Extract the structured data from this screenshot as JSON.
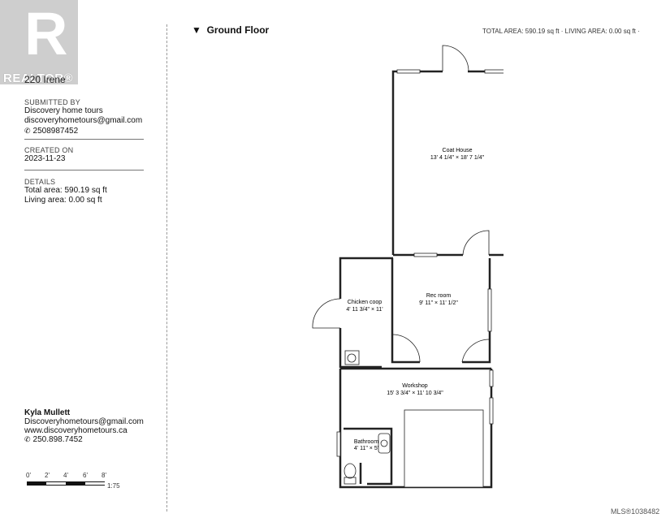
{
  "logo": {
    "letter": "R",
    "brand": "REALTOR®"
  },
  "listing": {
    "address": "220 Irene"
  },
  "submitted": {
    "label": "SUBMITTED BY",
    "name": "Discovery home tours",
    "email": "discoveryhometours@gmail.com",
    "phone": "2508987452"
  },
  "created": {
    "label": "CREATED ON",
    "date": "2023-11-23"
  },
  "details": {
    "label": "DETAILS",
    "total": "Total area: 590.19 sq ft",
    "living": "Living area: 0.00 sq ft"
  },
  "floor": {
    "title": "Ground Floor",
    "totals": "TOTAL AREA: 590.19 sq ft · LIVING AREA: 0.00 sq ft ·"
  },
  "rooms": [
    {
      "name": "Coat House",
      "dims": "13' 4 1/4\" × 18' 7 1/4\""
    },
    {
      "name": "Rec room",
      "dims": "9' 11\" × 11' 1/2\""
    },
    {
      "name": "Chicken coop",
      "dims": "4' 11 3/4\" × 11'"
    },
    {
      "name": "Workshop",
      "dims": "15' 3 3/4\" × 11' 10 3/4\""
    },
    {
      "name": "Bathroom",
      "dims": "4' 11\" × 5'"
    }
  ],
  "agent": {
    "name": "Kyla Mullett",
    "email": "Discoveryhometours@gmail.com",
    "website": "www.discoveryhometours.ca",
    "phone": "250.898.7452"
  },
  "scale": {
    "ticks": [
      "0'",
      "2'",
      "4'",
      "6'",
      "8'"
    ],
    "ratio": "1:75"
  },
  "mls": "MLS®1038482",
  "icons": {
    "phone": "phone-icon",
    "triangle": "triangle-down-icon"
  }
}
